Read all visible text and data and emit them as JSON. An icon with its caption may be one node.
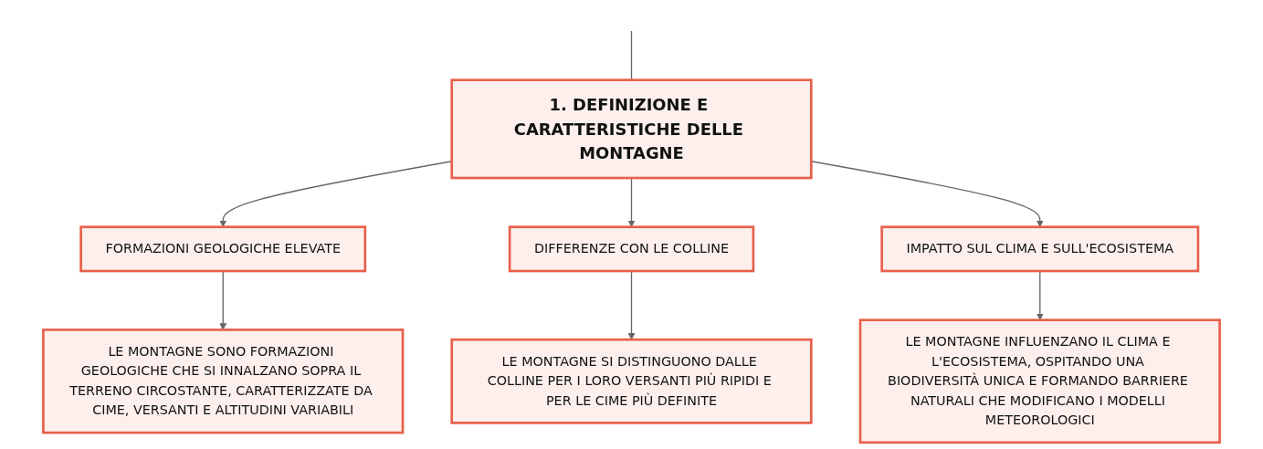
{
  "diagram": {
    "nodes": [
      {
        "text": [
          "1. DEFINIZIONE E CARATTERISTICHE DELLE MONTAGNE"
        ]
      },
      {
        "text": [
          "FORMAZIONI GEOLOGICHE ELEVATE"
        ]
      },
      {
        "text": [
          "DIFFERENZE CON LE COLLINE"
        ]
      },
      {
        "text": [
          "IMPATTO SUL CLIMA E SULL'ECOSISTEMA"
        ]
      },
      {
        "text": [
          "LE MONTAGNE SONO FORMAZIONI GEOLOGICHE CHE SI INNALZANO SOPRA IL TERRENO CIRCOSTANTE, CARATTERIZZATE DA CIME, VERSANTI E ALTITUDINI VARIABILI"
        ]
      },
      {
        "text": [
          "LE MONTAGNE SI DISTINGUONO DALLE COLLINE PER I LORO VERSANTI PIÙ RIPIDI E PER LE CIME PIÙ DEFINITE"
        ]
      },
      {
        "text": [
          "LE MONTAGNE INFLUENZANO IL CLIMA E L'ECOSISTEMA, OSPITANDO UNA BIODIVERSITÀ UNICA E FORMANDO BARRIERE NATURALI CHE MODIFICANO I MODELLI METEOROLOGICI"
        ]
      }
    ],
    "edges": [
      {
        "from": null,
        "to": 0,
        "arrow": "none"
      },
      {
        "from": 0,
        "to": 1,
        "arrow": "to"
      },
      {
        "from": 0,
        "to": 2,
        "arrow": "to"
      },
      {
        "from": 0,
        "to": 3,
        "arrow": "to"
      },
      {
        "from": 1,
        "to": 4,
        "arrow": "to"
      },
      {
        "from": 2,
        "to": 5,
        "arrow": "to"
      },
      {
        "from": 3,
        "to": 6,
        "arrow": "to"
      }
    ]
  }
}
